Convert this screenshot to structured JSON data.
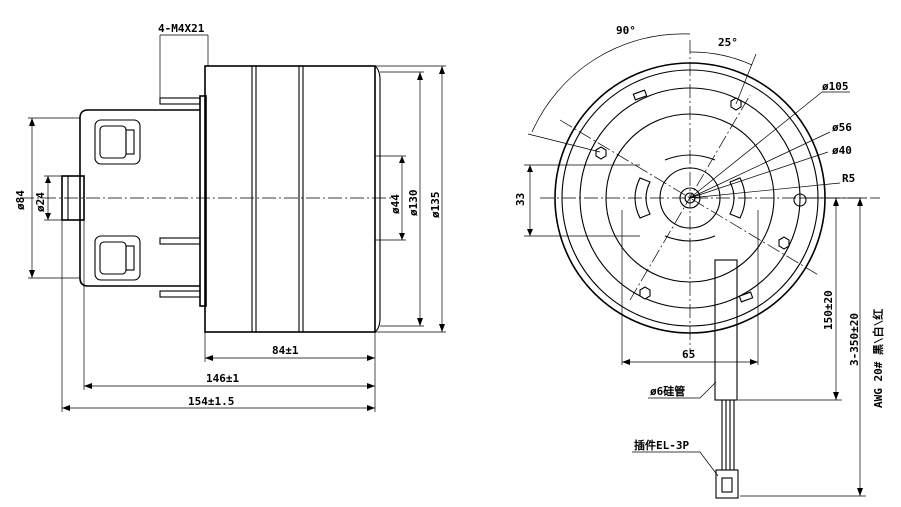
{
  "labels": {
    "screw": "4-M4X21",
    "d84": "ø84",
    "d24": "ø24",
    "d44": "ø44",
    "d130": "ø130",
    "d135": "ø135",
    "len84": "84±1",
    "len146": "146±1",
    "len154": "154±1.5",
    "ang90": "90°",
    "ang25": "25°",
    "d105": "ø105",
    "d56": "ø56",
    "d40": "ø40",
    "r5": "R5",
    "dim33": "33",
    "dim65": "65",
    "lead150": "150±20",
    "lead350": "3-350±20",
    "wire": "AWG 20# 黑\\白\\红",
    "tube": "ø6硅管",
    "connector": "插件EL-3P"
  }
}
